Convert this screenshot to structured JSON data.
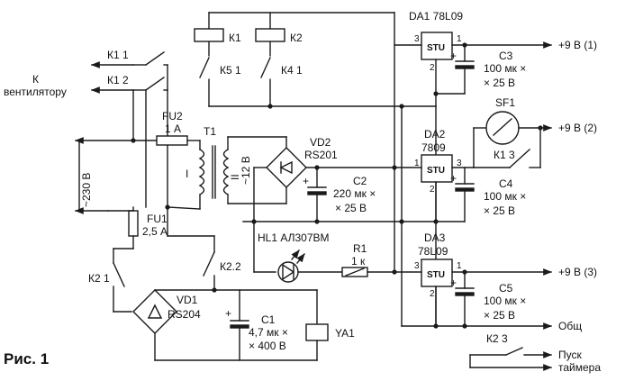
{
  "figure_caption": "Рис. 1",
  "labels": {
    "k1_1": "К1 1",
    "k1_2": "К1 2",
    "to_fan_1": "К",
    "to_fan_2": "вентилятору",
    "mains": "~230 В",
    "fu2": "FU2",
    "fu2_val": "1 А",
    "t1": "Т1",
    "t1_primary": "I",
    "t1_secondary": "II",
    "t1_volt": "~12 В",
    "fu1": "FU1",
    "fu1_val": "2,5 А",
    "k2_1": "К2 1",
    "k2_2": "К2.2",
    "vd1": "VD1",
    "vd1_type": "RS204",
    "c1": "С1",
    "c1_val1": "4,7 мк ×",
    "c1_val2": "× 400 В",
    "ya1": "YA1",
    "k1": "К1",
    "k2": "К2",
    "k5_1": "К5 1",
    "k4_1": "К4 1",
    "vd2": "VD2",
    "vd2_type": "RS201",
    "c2": "С2",
    "c2_val1": "220 мк ×",
    "c2_val2": "× 25 В",
    "hl1": "HL1 АЛ307ВМ",
    "r1": "R1",
    "r1_val": "1 к",
    "da1": "DA1 78L09",
    "da2": "DA2",
    "da2_type": "7809",
    "da3": "DA3",
    "da3_type": "78L09",
    "stu": "STU",
    "pin1": "1",
    "pin2": "2",
    "pin3": "3",
    "c3": "С3",
    "c3_val1": "100 мк ×",
    "c3_val2": "× 25 В",
    "c4": "С4",
    "c4_val1": "100 мк ×",
    "c4_val2": "× 25 В",
    "c5": "С5",
    "c5_val1": "100 мк ×",
    "c5_val2": "× 25 В",
    "sf1": "SF1",
    "k1_3": "К1 3",
    "out1": "+9 В (1)",
    "out2": "+9 В (2)",
    "out3": "+9 В (3)",
    "common": "Общ",
    "k2_3": "К2 3",
    "timer_1": "Пуск",
    "timer_2": "таймера",
    "plus": "+"
  }
}
